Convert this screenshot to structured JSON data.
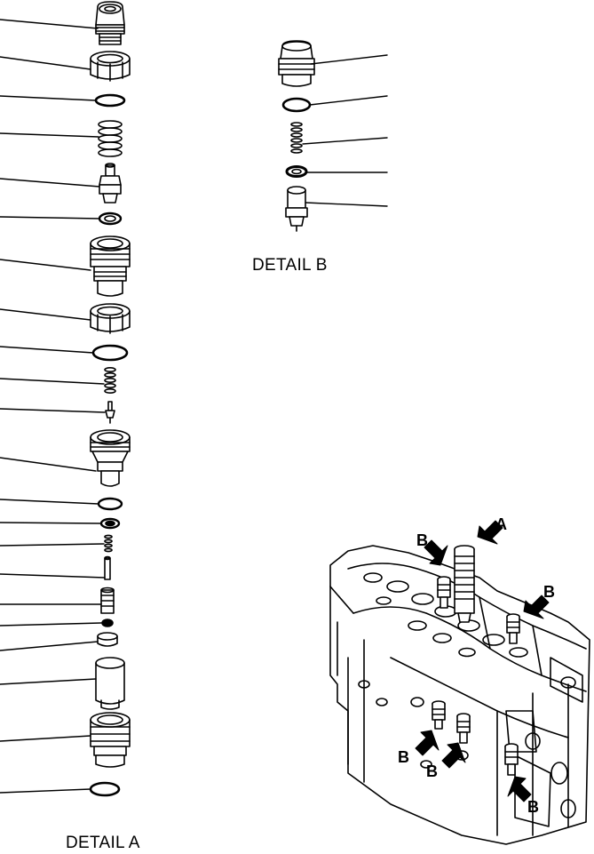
{
  "captions": {
    "detail_a": "DETAIL A",
    "detail_b": "DETAIL B"
  },
  "callouts": {
    "a": "A",
    "b": "B"
  },
  "detail_a_parts": [
    "cap-plug",
    "locknut",
    "o-ring",
    "spring",
    "poppet",
    "seal-ring",
    "sleeve",
    "locknut",
    "o-ring",
    "spring",
    "pin",
    "piston-body",
    "o-ring",
    "backup-ring",
    "spring",
    "pin",
    "spool",
    "seal-ring",
    "spacer",
    "sleeve",
    "body",
    "o-ring"
  ],
  "detail_b_parts": [
    "plug",
    "o-ring",
    "spring",
    "seal-ring",
    "valve"
  ]
}
